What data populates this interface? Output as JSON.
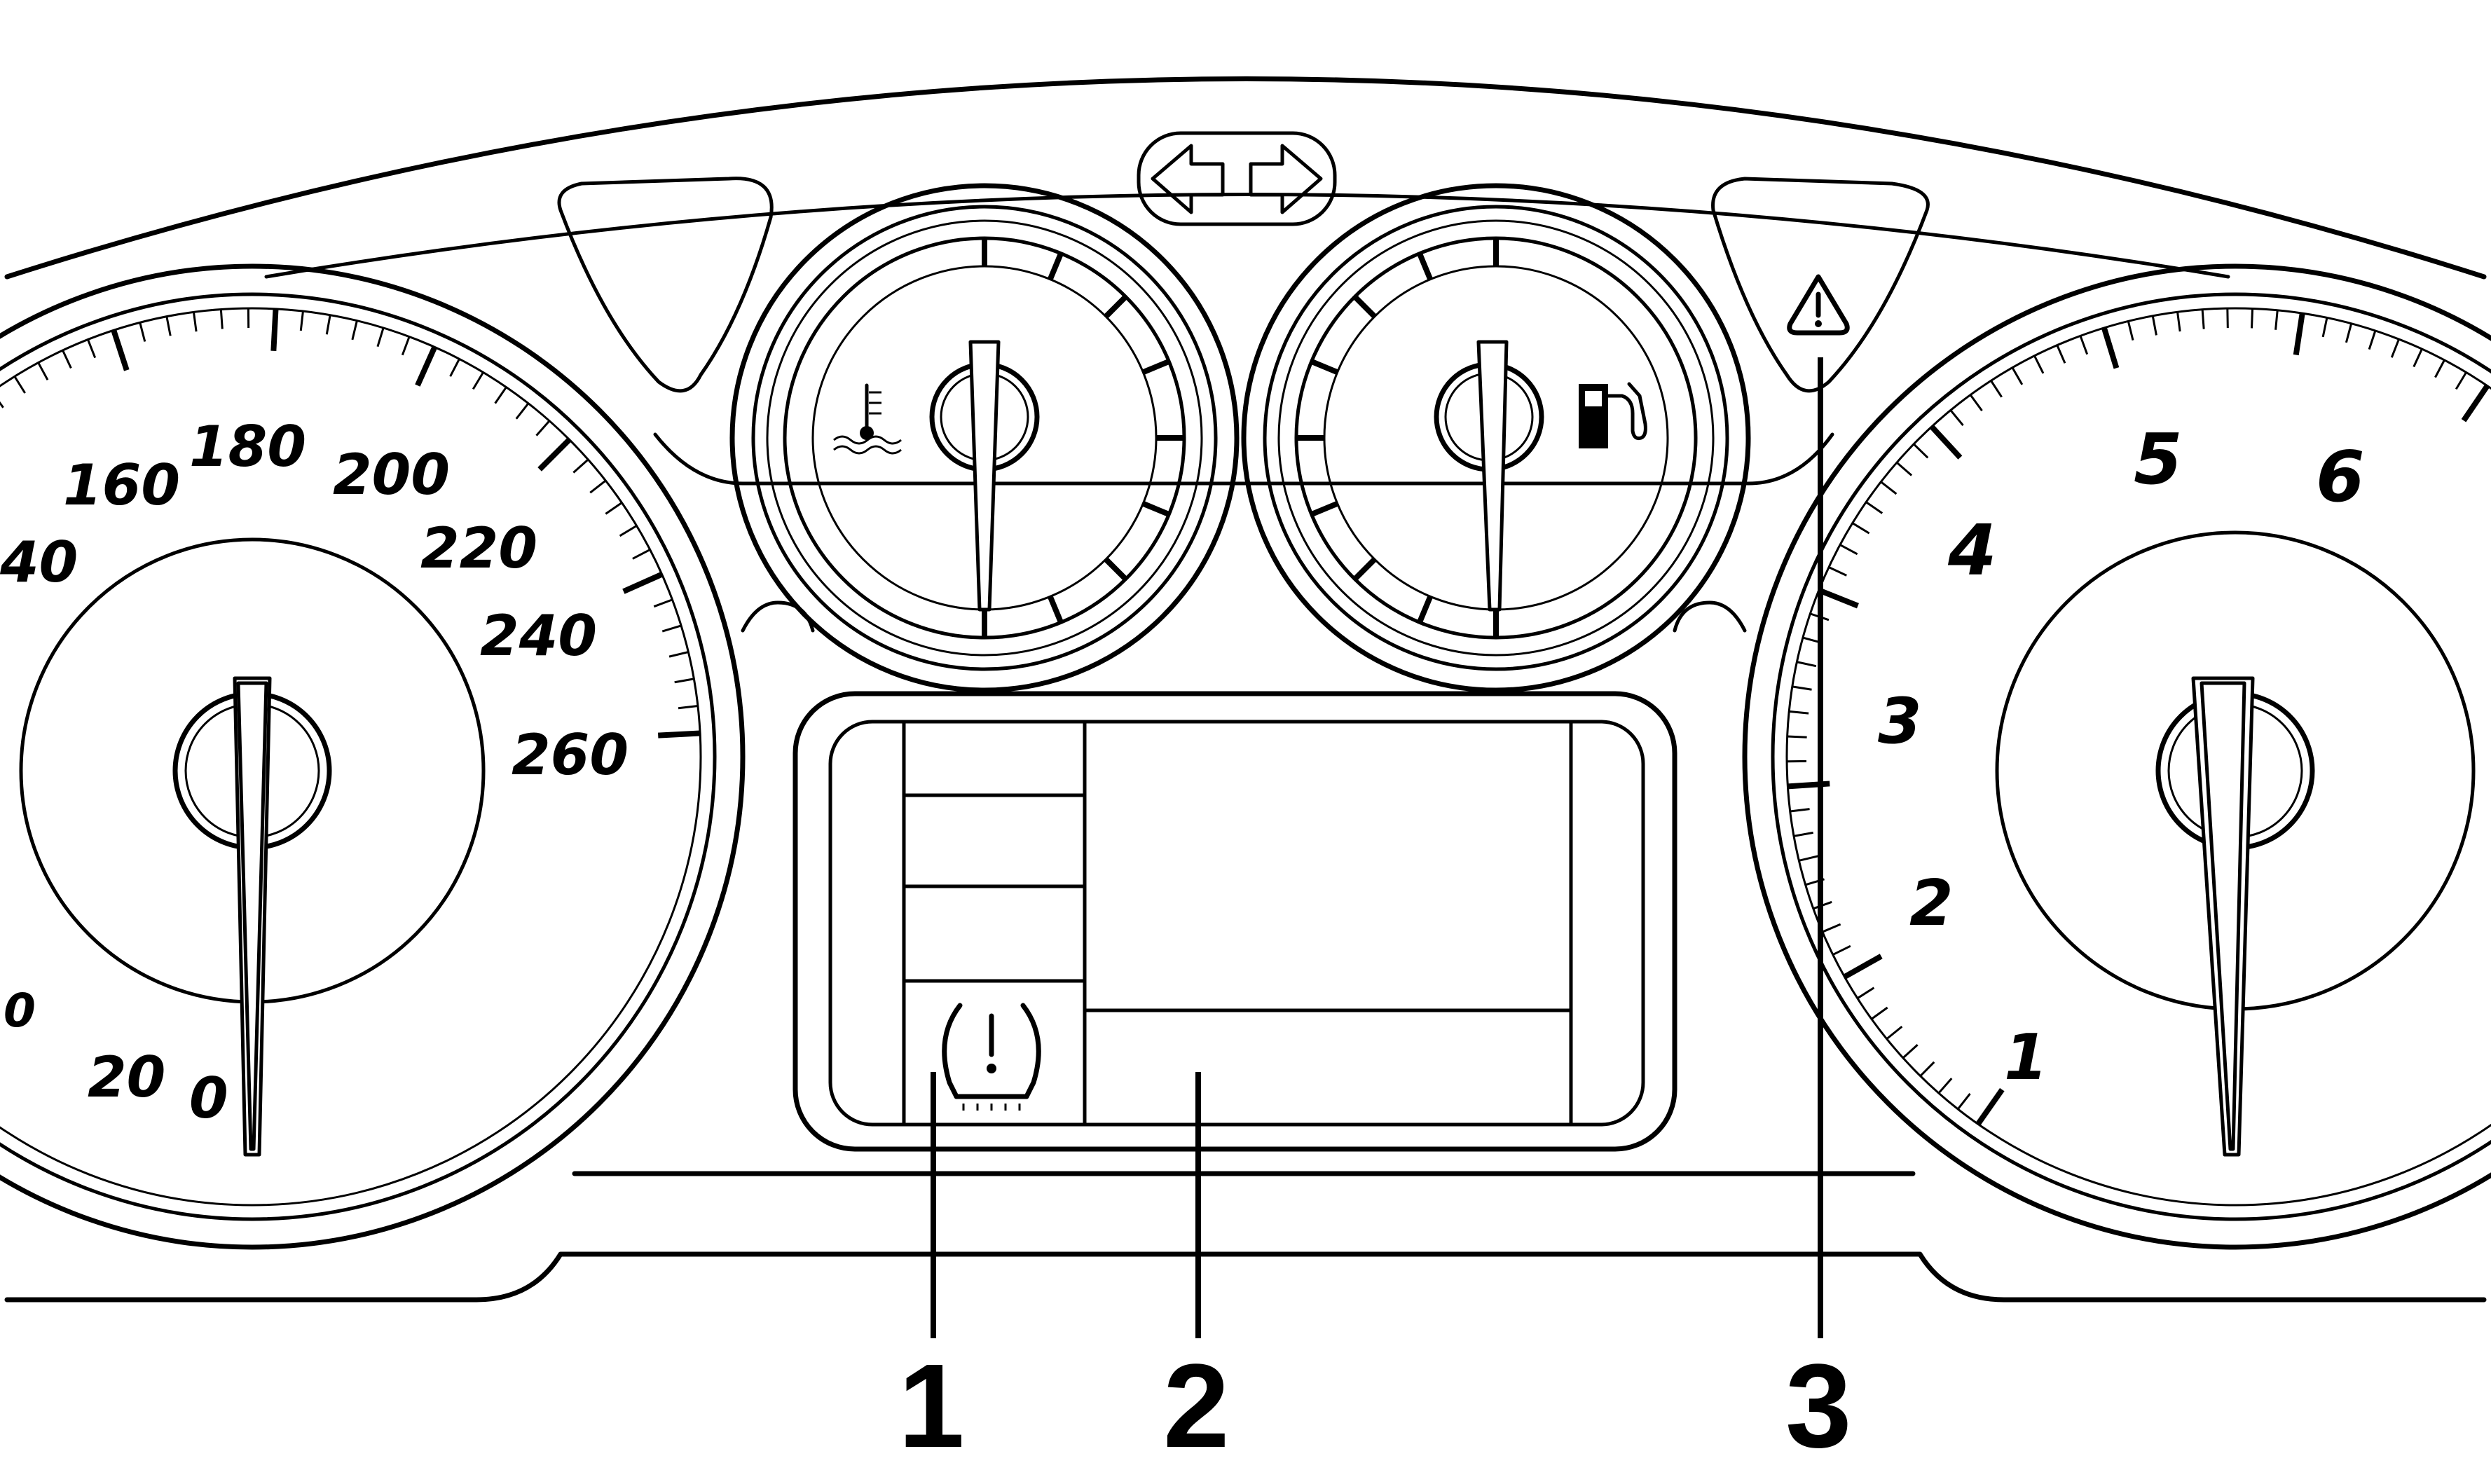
{
  "speedometer": {
    "labels": [
      "0",
      "20",
      "0",
      "40",
      "160",
      "180",
      "200",
      "220",
      "240",
      "260"
    ]
  },
  "tachometer": {
    "labels": [
      "1",
      "2",
      "3",
      "4",
      "5",
      "6"
    ]
  },
  "callouts": [
    {
      "number": "1"
    },
    {
      "number": "2"
    },
    {
      "number": "3"
    }
  ],
  "icons": {
    "turn_signal": "turn-signal-arrows-icon",
    "coolant": "coolant-temperature-icon",
    "fuel": "fuel-pump-icon",
    "hazard": "hazard-warning-triangle-icon",
    "tpms": "tire-pressure-warning-icon"
  },
  "colors": {
    "line": "#000000",
    "background": "#ffffff"
  }
}
